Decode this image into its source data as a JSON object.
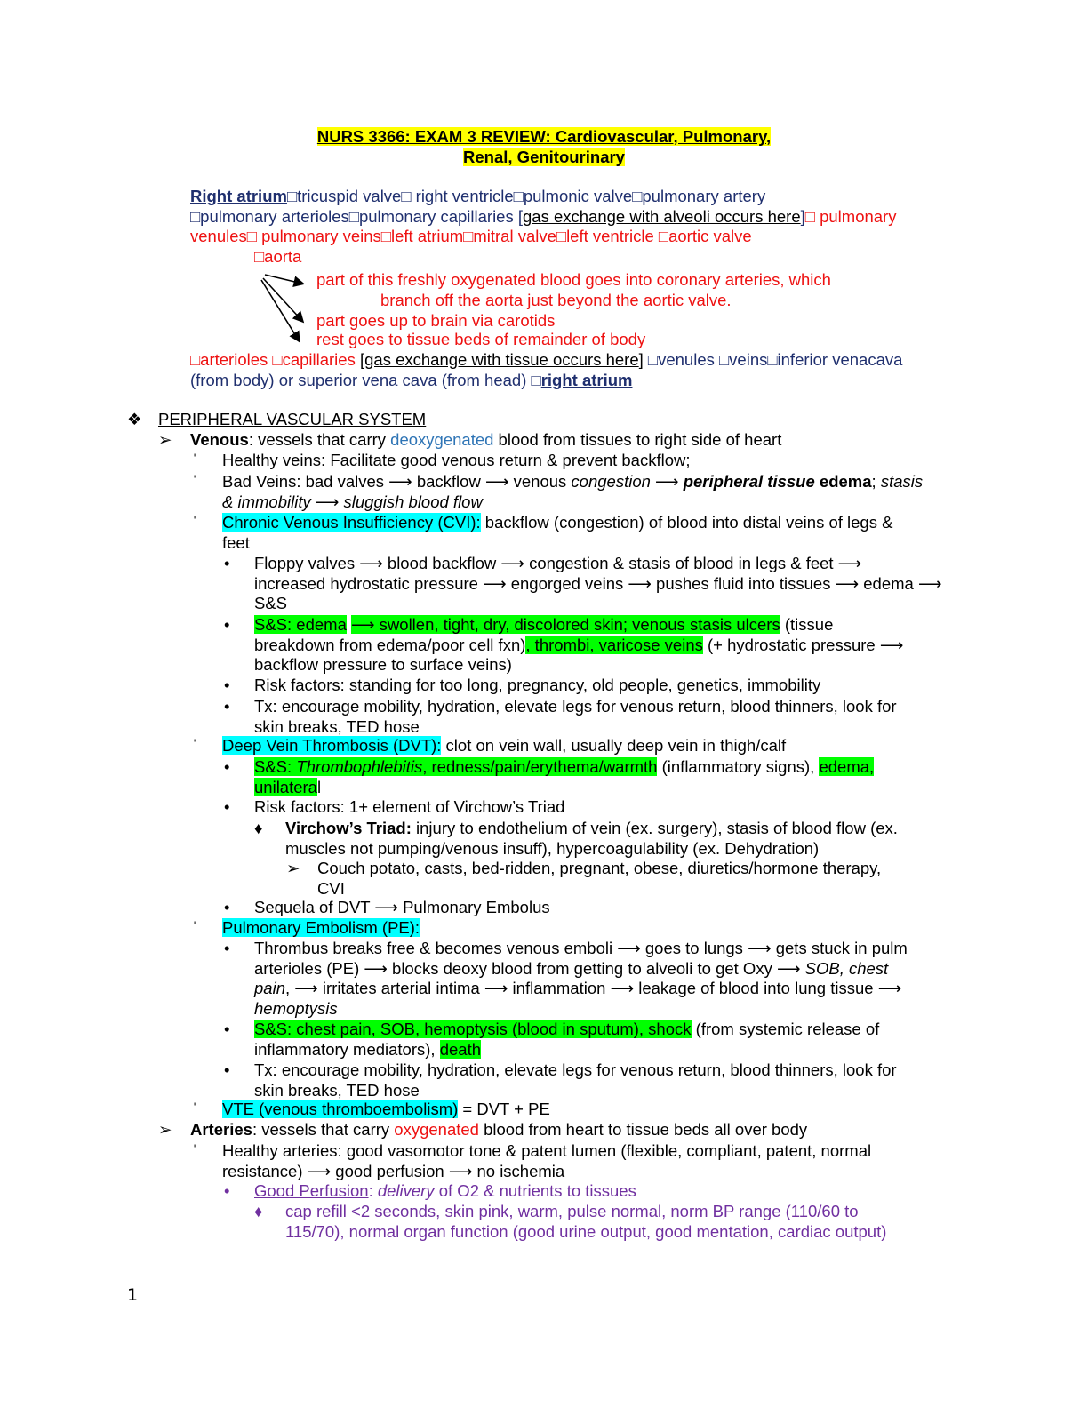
{
  "title": {
    "line1": "NURS 3366: EXAM 3 REVIEW: Cardiovascular, Pulmonary, ",
    "line2": "Renal, Genitourinary"
  },
  "flow": {
    "p1_start": "Right atrium",
    "p1_a": "□tricuspid valve□ right ventricle□pulmonic valve□pulmonary artery",
    "p1_b": "□pulmonary arterioles□pulmonary capillaries [",
    "p1_gas": "gas exchange with alveoli occurs here",
    "p1_c": "]",
    "p1_red1": "□ pulmonary",
    "p1_red2": "venules□ pulmonary veins□left atrium□mitral valve□left ventricle □aortic valve",
    "p1_red3": "□aorta",
    "branch1a": "part of this freshly oxygenated blood goes into coronary arteries, which",
    "branch1b": "branch off the aorta just beyond the aortic valve.",
    "branch2": "part goes up to brain via carotids",
    "branch3": "rest goes to tissue beds of remainder of body",
    "p2_red": "□arterioles □capillaries",
    "p2_open": " [",
    "p2_gas": "gas exchange with tissue occurs here",
    "p2_close": "]",
    "p2_blue1": " □venules □veins□inferior venacava",
    "p2_blue2": "(from body) or superior vena cava (from head) □",
    "p2_end": "right atrium"
  },
  "markers": {
    "diamond4": "❖",
    "arrowhead": "➢",
    "tick": "ˈ",
    "bullet": "•",
    "diamond": "♦"
  },
  "outline": {
    "section": "PERIPHERAL VASCULAR SYSTEM",
    "venous_label": "Venous",
    "venous_a": ": vessels that carry ",
    "venous_deoxy": "deoxygenated",
    "venous_b": " blood from tissues to right side of heart",
    "healthy_veins": "Healthy veins: Facilitate good venous return & prevent backflow;",
    "bad_veins_a": "Bad Veins: bad valves ⟶ backflow ⟶ venous ",
    "bad_veins_congestion": "congestion",
    "bad_veins_b": " ⟶ ",
    "bad_veins_pt": "peripheral tissue",
    "bad_veins_edema": " edema",
    "bad_veins_c": "; ",
    "bad_veins_stasis": "stasis",
    "bad_veins_d": "& immobility ⟶ sluggish blood flow",
    "cvi_label": "Chronic Venous Insufficiency (CVI):",
    "cvi_a": " backflow (congestion) of blood into distal veins of legs &",
    "cvi_b": "feet",
    "cvi_floppy_a": "Floppy valves ⟶  blood backflow ⟶ congestion & stasis of blood in legs & feet ⟶",
    "cvi_floppy_b": "increased hydrostatic pressure ⟶ engorged veins ⟶ pushes fluid into tissues ⟶ edema ⟶",
    "cvi_floppy_c": "S&S",
    "cvi_ss_hl1": "S&S: edema",
    "cvi_ss_sp": " ",
    "cvi_ss_hl2": "⟶ swollen, tight, dry, discolored skin; venous stasis ulcers",
    "cvi_ss_a": " (tissue",
    "cvi_ss_b": "breakdown from edema/poor cell fxn)",
    "cvi_ss_hl3": ", thrombi, varicose veins",
    "cvi_ss_c": " (+ hydrostatic pressure ⟶",
    "cvi_ss_d": "backflow pressure to surface veins)",
    "cvi_risk": "Risk factors: standing for too long, pregnancy, old people, genetics, immobility",
    "cvi_tx_a": "Tx: encourage mobility, hydration, elevate legs for venous return, blood thinners, look for",
    "cvi_tx_b": "skin breaks, TED hose",
    "dvt_label": "Deep Vein Thrombosis (DVT):",
    "dvt_a": " clot on vein wall, usually deep vein in thigh/calf",
    "dvt_ss_hl1a": "S&S: ",
    "dvt_ss_hl1b": "Thrombophlebitis",
    "dvt_ss_hl1c": ", redness/pain/erythema/warmth",
    "dvt_ss_a": " (inflammatory signs), ",
    "dvt_ss_hl2": "edema,",
    "dvt_ss_hl3": "unilatera",
    "dvt_ss_b": "l",
    "dvt_risk": "Risk factors: 1+ element of Virchow’s Triad",
    "vir_label": "Virchow’s Triad:",
    "vir_a": " injury to endothelium of vein (ex. surgery), stasis of blood flow (ex.",
    "vir_b": "muscles not pumping/venous insuff), hypercoagulability (ex. Dehydration)",
    "couch_a": "Couch potato, casts, bed-ridden, pregnant, obese, diuretics/hormone therapy,",
    "couch_b": "CVI",
    "sequela": "Sequela of DVT ⟶ Pulmonary Embolus",
    "pe_label": "Pulmonary Embolism (PE):",
    "pe_a": "Thrombus breaks free & becomes venous emboli ⟶ goes to lungs ⟶ gets stuck in pulm",
    "pe_b1": "arterioles (PE) ⟶ blocks deoxy blood from getting to alveoli to get Oxy ⟶ ",
    "pe_b2": "SOB, chest",
    "pe_c1": "pain",
    "pe_c2": ", ⟶ irritates arterial intima ⟶ inflammation ⟶ leakage of blood into lung tissue ⟶",
    "pe_d": "hemoptysis",
    "pe_ss_hl": "S&S: chest pain, SOB, hemoptysis (blood in sputum), shock",
    "pe_ss_a": " (from systemic release of",
    "pe_ss_b": "inflammatory mediators),",
    "pe_ss_sp": " ",
    "pe_ss_hl2": "death",
    "pe_tx_a": "Tx: encourage mobility, hydration, elevate legs for venous return, blood thinners, look for",
    "pe_tx_b": "skin breaks, TED hose",
    "vte_label": "VTE (venous thromboembolism)",
    "vte_a": " = DVT + PE",
    "art_label": "Arteries",
    "art_a": ": vessels that carry ",
    "art_oxy": "oxygenated",
    "art_b": " blood from heart to tissue beds all over body",
    "healthy_art_a": "Healthy arteries: good vasomotor tone & patent lumen (flexible, compliant, patent, normal",
    "healthy_art_b": "resistance) ⟶ good perfusion ⟶ no ischemia",
    "gp_label": "Good Perfusion",
    "gp_a": ": ",
    "gp_delivery": "delivery",
    "gp_b": " of O2 & nutrients to tissues",
    "cap_a": "cap refill <2 seconds, skin pink, warm, pulse normal, norm BP range (110/60 to",
    "cap_b": "115/70), normal organ function (good urine output, good mentation, cardiac output)"
  },
  "page_number": "1"
}
